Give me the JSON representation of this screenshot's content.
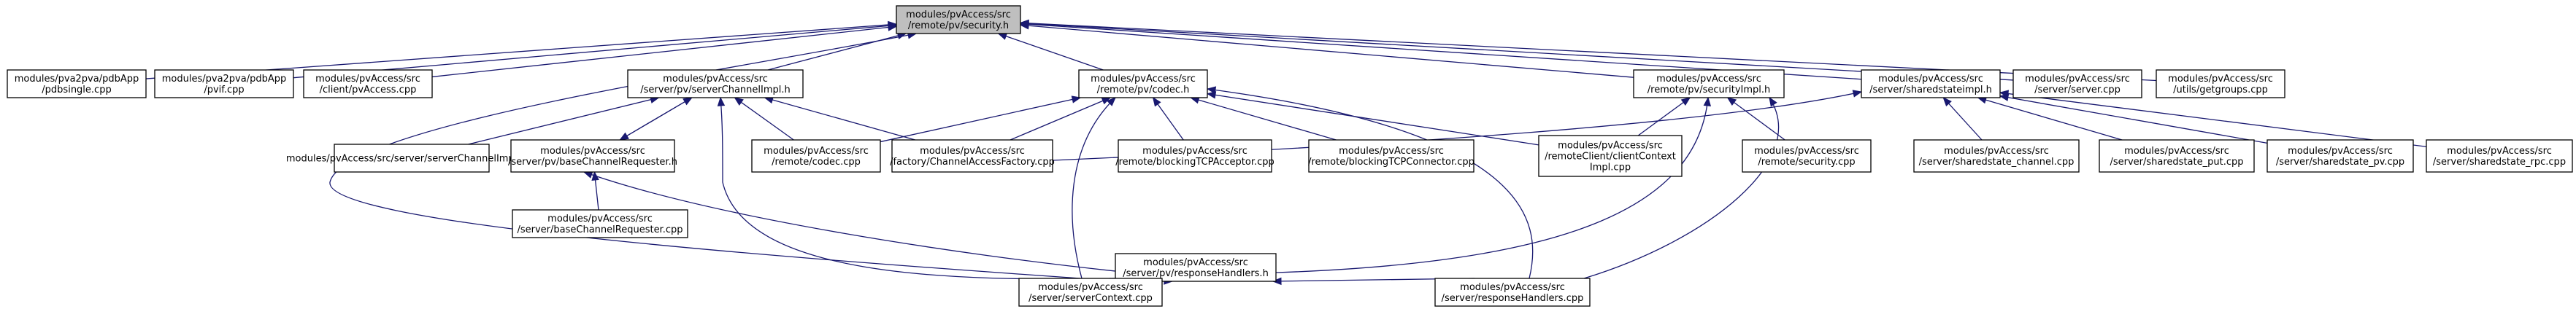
{
  "diagram": {
    "nodes": [
      {
        "id": "security_h",
        "lines": [
          "modules/pvAccess/src",
          "/remote/pv/security.h"
        ],
        "root": true
      },
      {
        "id": "pdbsingle_cpp",
        "lines": [
          "modules/pva2pva/pdbApp",
          "/pdbsingle.cpp"
        ]
      },
      {
        "id": "pvif_cpp",
        "lines": [
          "modules/pva2pva/pdbApp",
          "/pvif.cpp"
        ]
      },
      {
        "id": "clientpvaccess_cpp",
        "lines": [
          "modules/pvAccess/src",
          "/client/pvAccess.cpp"
        ]
      },
      {
        "id": "serverchannelimpl_h",
        "lines": [
          "modules/pvAccess/src",
          "/server/pv/serverChannelImpl.h"
        ]
      },
      {
        "id": "codec_h",
        "lines": [
          "modules/pvAccess/src",
          "/remote/pv/codec.h"
        ]
      },
      {
        "id": "securityimpl_h",
        "lines": [
          "modules/pvAccess/src",
          "/remote/pv/securityImpl.h"
        ]
      },
      {
        "id": "sharedstateimpl_h",
        "lines": [
          "modules/pvAccess/src",
          "/server/sharedstateimpl.h"
        ]
      },
      {
        "id": "server_cpp",
        "lines": [
          "modules/pvAccess/src",
          "/server/server.cpp"
        ]
      },
      {
        "id": "getgroups_cpp",
        "lines": [
          "modules/pvAccess/src",
          "/utils/getgroups.cpp"
        ]
      },
      {
        "id": "serverchannelimpl_cpp",
        "lines": [
          "modules/pvAccess/src/server/serverChannelImpl.cpp"
        ]
      },
      {
        "id": "basechannelrequester_h",
        "lines": [
          "modules/pvAccess/src",
          "/server/pv/baseChannelRequester.h"
        ]
      },
      {
        "id": "codec_cpp",
        "lines": [
          "modules/pvAccess/src",
          "/remote/codec.cpp"
        ]
      },
      {
        "id": "channelaccessfactory_cpp",
        "lines": [
          "modules/pvAccess/src",
          "/factory/ChannelAccessFactory.cpp"
        ]
      },
      {
        "id": "blockingtcpacceptor_cpp",
        "lines": [
          "modules/pvAccess/src",
          "/remote/blockingTCPAcceptor.cpp"
        ]
      },
      {
        "id": "blockingtcpconnector_cpp",
        "lines": [
          "modules/pvAccess/src",
          "/remote/blockingTCPConnector.cpp"
        ]
      },
      {
        "id": "clientcontextimpl_cpp",
        "lines": [
          "modules/pvAccess/src",
          "/remoteClient/clientContext",
          "Impl.cpp"
        ]
      },
      {
        "id": "remotesecurity_cpp",
        "lines": [
          "modules/pvAccess/src",
          "/remote/security.cpp"
        ]
      },
      {
        "id": "sharedstate_channel_cpp",
        "lines": [
          "modules/pvAccess/src",
          "/server/sharedstate_channel.cpp"
        ]
      },
      {
        "id": "sharedstate_put_cpp",
        "lines": [
          "modules/pvAccess/src",
          "/server/sharedstate_put.cpp"
        ]
      },
      {
        "id": "sharedstate_pv_cpp",
        "lines": [
          "modules/pvAccess/src",
          "/server/sharedstate_pv.cpp"
        ]
      },
      {
        "id": "sharedstate_rpc_cpp",
        "lines": [
          "modules/pvAccess/src",
          "/server/sharedstate_rpc.cpp"
        ]
      },
      {
        "id": "basechannelrequester_cpp",
        "lines": [
          "modules/pvAccess/src",
          "/server/baseChannelRequester.cpp"
        ]
      },
      {
        "id": "responsehandlers_h",
        "lines": [
          "modules/pvAccess/src",
          "/server/pv/responseHandlers.h"
        ]
      },
      {
        "id": "servercontext_cpp",
        "lines": [
          "modules/pvAccess/src",
          "/server/serverContext.cpp"
        ]
      },
      {
        "id": "responsehandlers_cpp",
        "lines": [
          "modules/pvAccess/src",
          "/server/responseHandlers.cpp"
        ]
      }
    ],
    "edges": [
      [
        "pdbsingle_cpp",
        "security_h"
      ],
      [
        "pvif_cpp",
        "security_h"
      ],
      [
        "clientpvaccess_cpp",
        "security_h"
      ],
      [
        "serverchannelimpl_h",
        "security_h"
      ],
      [
        "codec_h",
        "security_h"
      ],
      [
        "securityimpl_h",
        "security_h"
      ],
      [
        "sharedstateimpl_h",
        "security_h"
      ],
      [
        "server_cpp",
        "security_h"
      ],
      [
        "getgroups_cpp",
        "security_h"
      ],
      [
        "servercontext_cpp",
        "security_h"
      ],
      [
        "serverchannelimpl_cpp",
        "serverchannelimpl_h"
      ],
      [
        "basechannelrequester_h",
        "serverchannelimpl_h"
      ],
      [
        "codec_cpp",
        "serverchannelimpl_h"
      ],
      [
        "channelaccessfactory_cpp",
        "serverchannelimpl_h"
      ],
      [
        "responsehandlers_h",
        "serverchannelimpl_h"
      ],
      [
        "serverchannelimpl_h",
        "basechannelrequester_h"
      ],
      [
        "basechannelrequester_cpp",
        "basechannelrequester_h"
      ],
      [
        "responsehandlers_h",
        "basechannelrequester_h"
      ],
      [
        "codec_cpp",
        "codec_h"
      ],
      [
        "channelaccessfactory_cpp",
        "codec_h"
      ],
      [
        "blockingtcpacceptor_cpp",
        "codec_h"
      ],
      [
        "blockingtcpconnector_cpp",
        "codec_h"
      ],
      [
        "clientcontextimpl_cpp",
        "codec_h"
      ],
      [
        "servercontext_cpp",
        "codec_h"
      ],
      [
        "responsehandlers_cpp",
        "codec_h"
      ],
      [
        "clientcontextimpl_cpp",
        "securityimpl_h"
      ],
      [
        "remotesecurity_cpp",
        "securityimpl_h"
      ],
      [
        "responsehandlers_h",
        "securityimpl_h"
      ],
      [
        "responsehandlers_cpp",
        "securityimpl_h"
      ],
      [
        "channelaccessfactory_cpp",
        "sharedstateimpl_h"
      ],
      [
        "sharedstate_channel_cpp",
        "sharedstateimpl_h"
      ],
      [
        "sharedstate_put_cpp",
        "sharedstateimpl_h"
      ],
      [
        "sharedstate_pv_cpp",
        "sharedstateimpl_h"
      ],
      [
        "sharedstate_rpc_cpp",
        "sharedstateimpl_h"
      ],
      [
        "servercontext_cpp",
        "responsehandlers_h"
      ],
      [
        "responsehandlers_cpp",
        "responsehandlers_h"
      ]
    ]
  }
}
